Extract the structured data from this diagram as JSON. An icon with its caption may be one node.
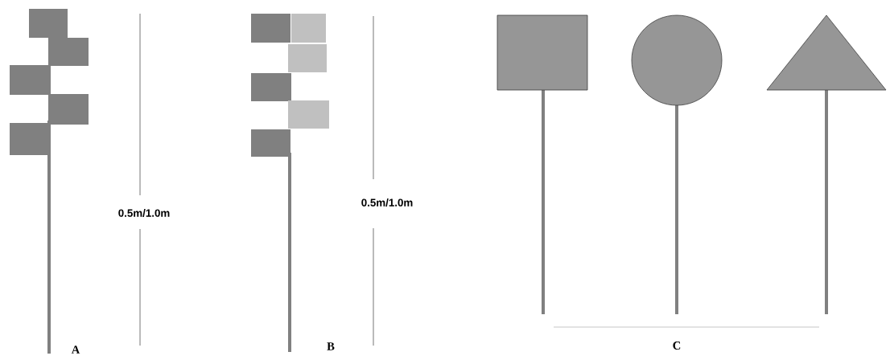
{
  "diagram": {
    "labels": [
      "0.5m/1.0m",
      "A",
      "0.5m/1.0m",
      "B",
      "C"
    ]
  }
}
